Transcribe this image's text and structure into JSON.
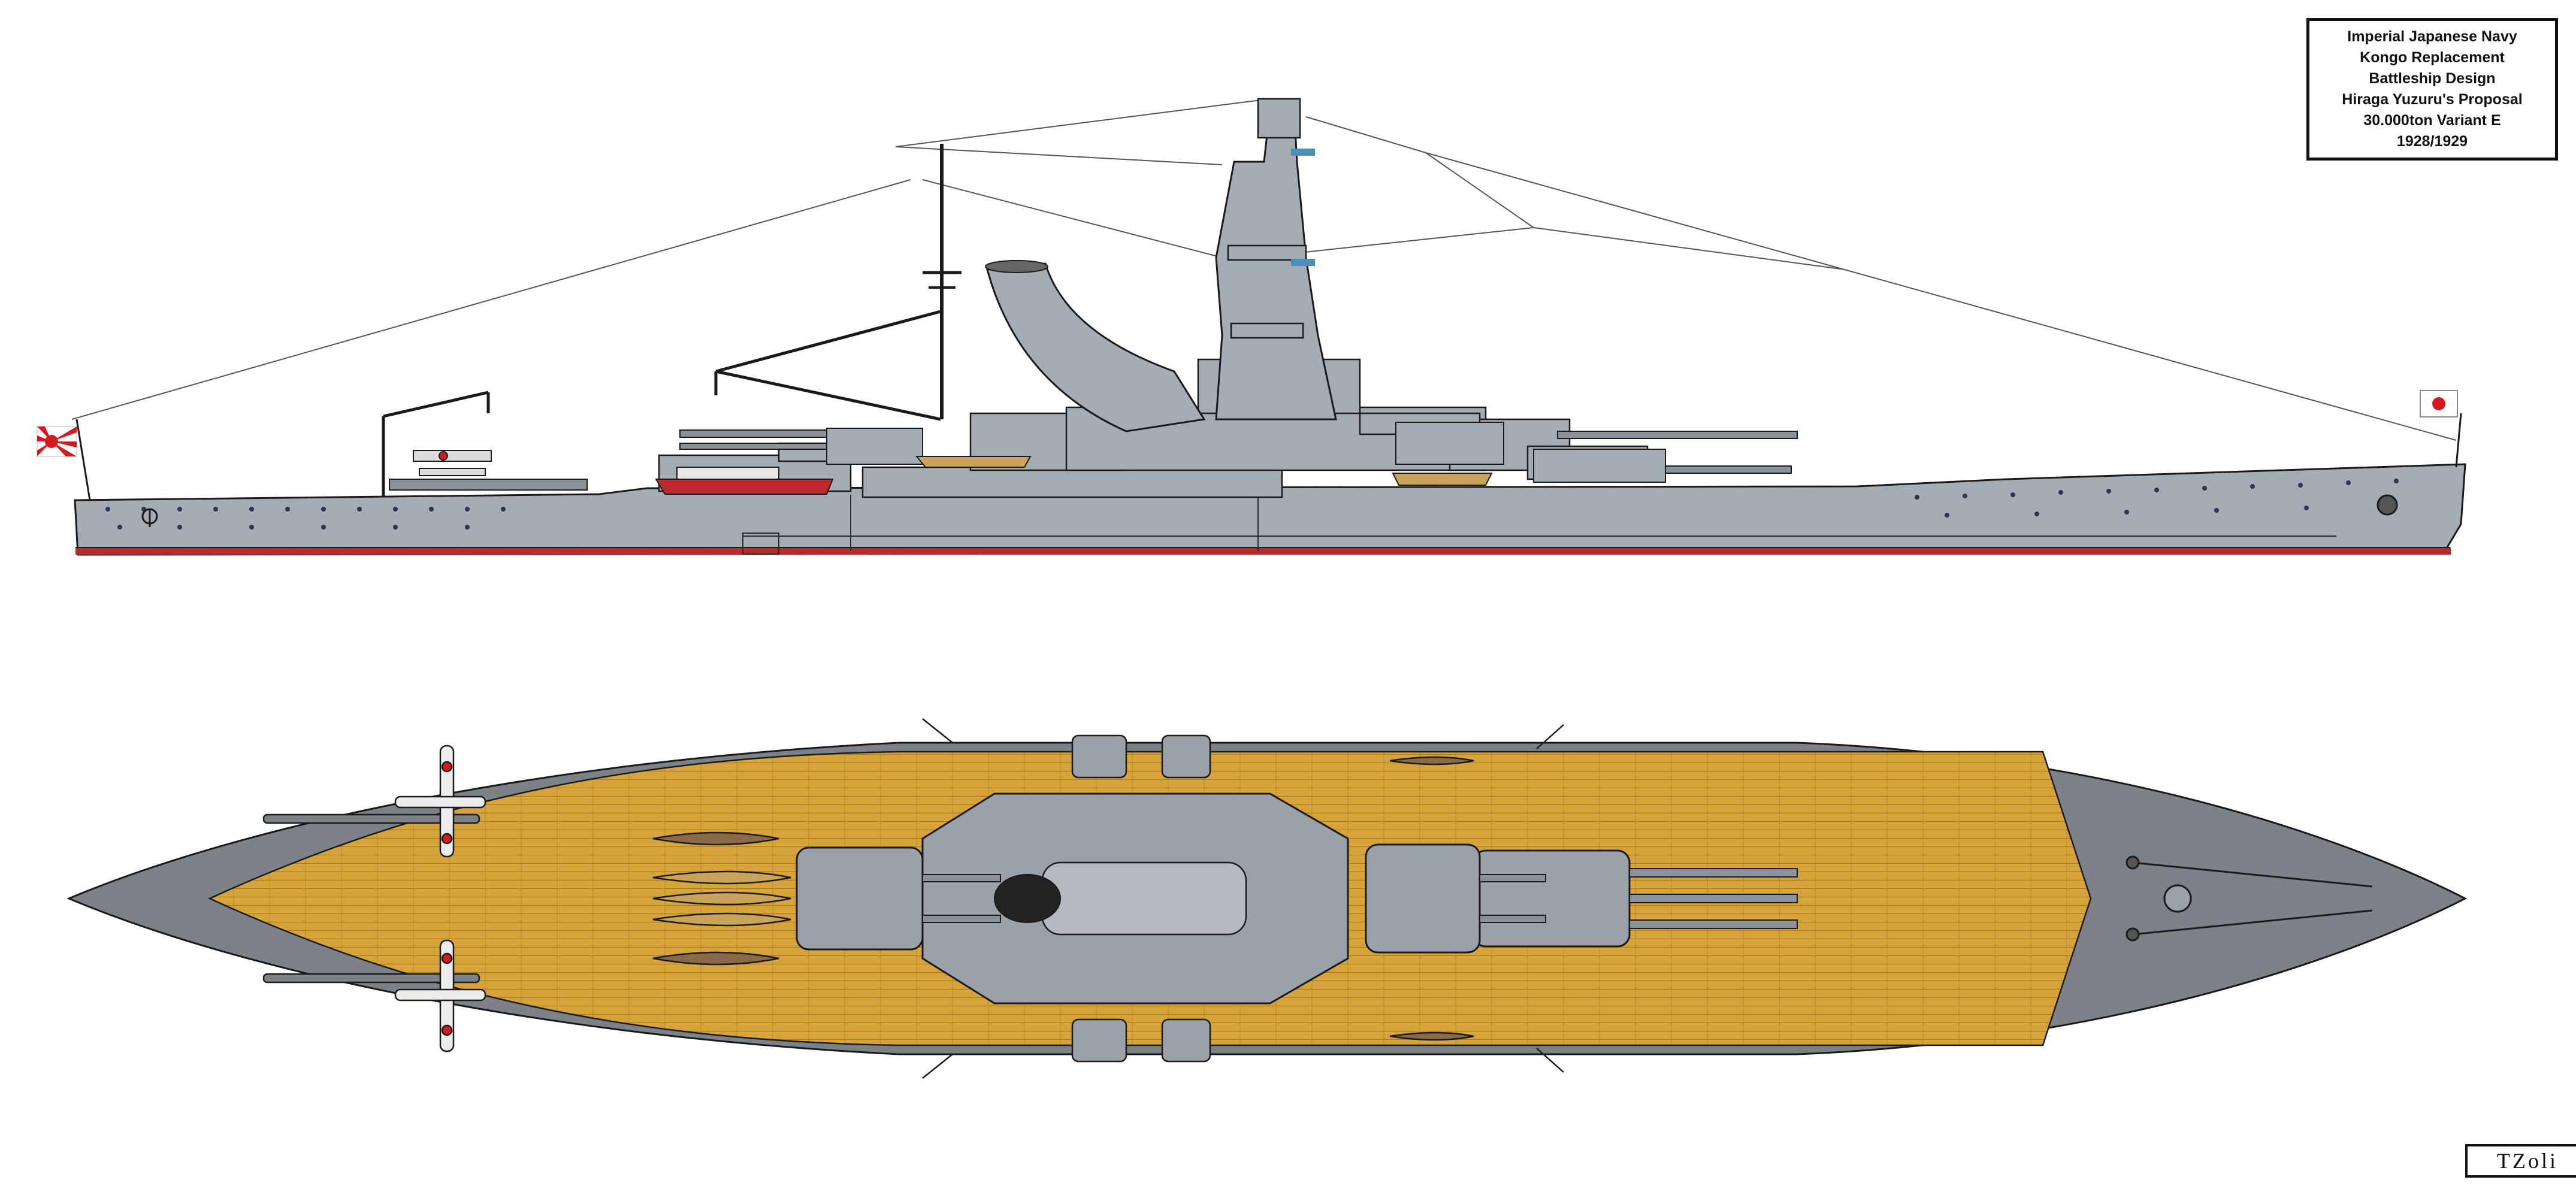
{
  "title_block": {
    "lines": [
      "Imperial Japanese Navy",
      "Kongo Replacement",
      "Battleship Design",
      "Hiraga Yuzuru's Proposal",
      "30.000ton Variant E",
      "1928/1929"
    ]
  },
  "signature": "TZoli",
  "colors": {
    "hull_gray": "#a4acb4",
    "deck_wood": "#d6a43a",
    "steel_deck": "#7c8288",
    "turret_gray": "#9aa1a8",
    "waterline_red": "#c0272d",
    "outline": "#1a1a1a",
    "flag_red": "#d7191f"
  },
  "icons": [
    "rising-sun-ensign-icon",
    "hinomaru-jack-icon",
    "floatplane-icon",
    "anchor-icon"
  ]
}
